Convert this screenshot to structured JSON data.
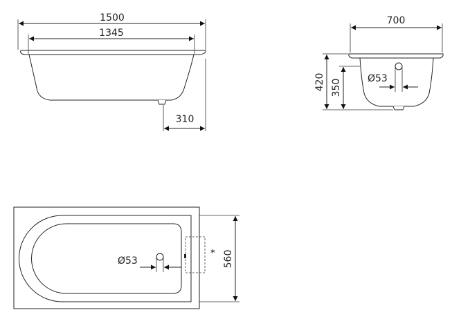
{
  "side_view": {
    "overall_length": "1500",
    "inner_length": "1345",
    "drain_offset": "310"
  },
  "end_view": {
    "width": "700",
    "total_height": "420",
    "basin_depth": "350",
    "overflow_diameter": "Ø53"
  },
  "top_view": {
    "width": "560",
    "overflow_diameter": "Ø53",
    "note_marker": "*"
  }
}
